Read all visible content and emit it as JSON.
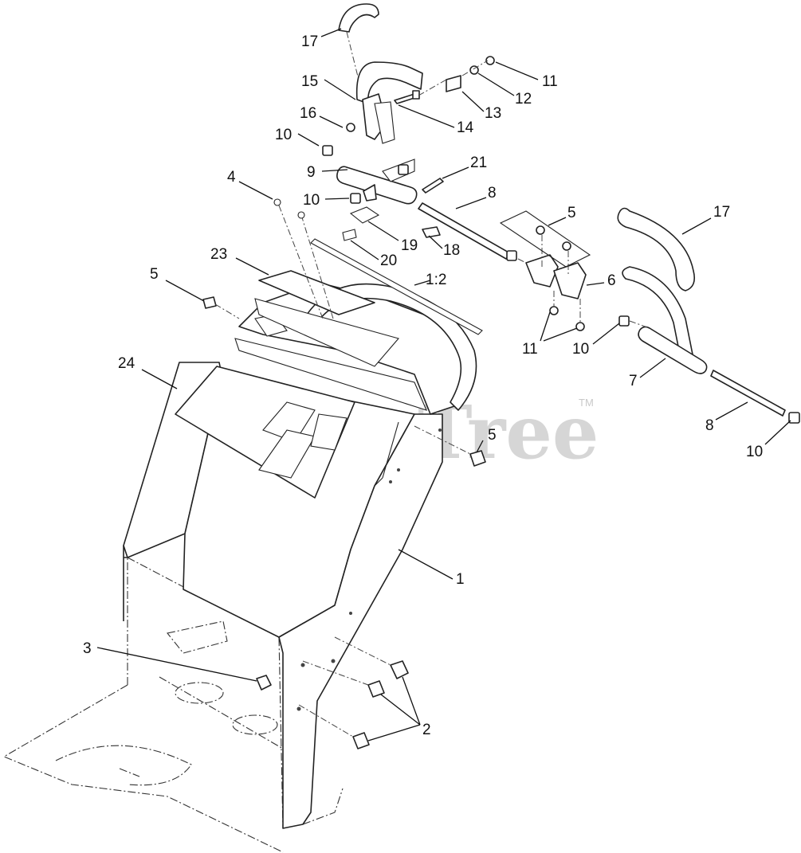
{
  "watermark": {
    "brand": "PartsTree",
    "trademark": "TM"
  },
  "ratio_label": "1:2",
  "callouts": [
    {
      "id": "c17a",
      "text": "17"
    },
    {
      "id": "c15",
      "text": "15"
    },
    {
      "id": "c16",
      "text": "16"
    },
    {
      "id": "c10a",
      "text": "10"
    },
    {
      "id": "c9",
      "text": "9"
    },
    {
      "id": "c4",
      "text": "4"
    },
    {
      "id": "c10b",
      "text": "10"
    },
    {
      "id": "c11a",
      "text": "11"
    },
    {
      "id": "c12",
      "text": "12"
    },
    {
      "id": "c13",
      "text": "13"
    },
    {
      "id": "c14",
      "text": "14"
    },
    {
      "id": "c21",
      "text": "21"
    },
    {
      "id": "c8a",
      "text": "8"
    },
    {
      "id": "c5a",
      "text": "5"
    },
    {
      "id": "c17b",
      "text": "17"
    },
    {
      "id": "c19",
      "text": "19"
    },
    {
      "id": "c18",
      "text": "18"
    },
    {
      "id": "c20",
      "text": "20"
    },
    {
      "id": "c23",
      "text": "23"
    },
    {
      "id": "c5b",
      "text": "5"
    },
    {
      "id": "c6",
      "text": "6"
    },
    {
      "id": "c11b",
      "text": "11"
    },
    {
      "id": "c10c",
      "text": "10"
    },
    {
      "id": "c7",
      "text": "7"
    },
    {
      "id": "c24",
      "text": "24"
    },
    {
      "id": "c5c",
      "text": "5"
    },
    {
      "id": "c8b",
      "text": "8"
    },
    {
      "id": "c10d",
      "text": "10"
    },
    {
      "id": "c1",
      "text": "1"
    },
    {
      "id": "c3",
      "text": "3"
    },
    {
      "id": "c2",
      "text": "2"
    }
  ]
}
